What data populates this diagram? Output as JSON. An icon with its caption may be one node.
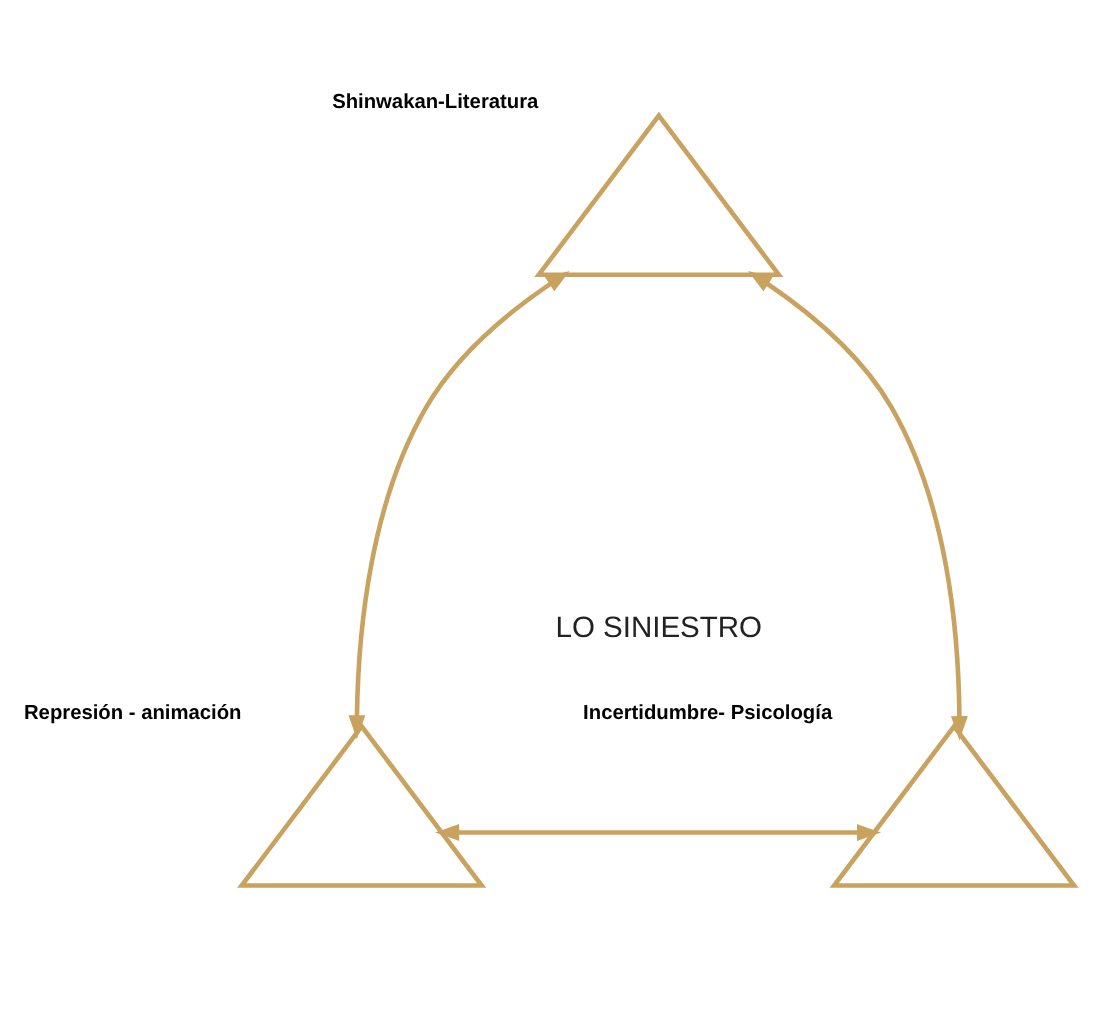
{
  "diagram": {
    "nodes": [
      {
        "text": [
          "Shinwakan-Literatura"
        ]
      },
      {
        "text": [
          "Represión - animación"
        ]
      },
      {
        "text": [
          "Incertidumbre- Psicología"
        ]
      }
    ],
    "edges": [
      {
        "from": 0,
        "to": 1,
        "arrow": "both"
      },
      {
        "from": 0,
        "to": 2,
        "arrow": "both"
      },
      {
        "from": 1,
        "to": 2,
        "arrow": "both"
      }
    ],
    "labels": [
      "LO SINIESTRO"
    ]
  }
}
